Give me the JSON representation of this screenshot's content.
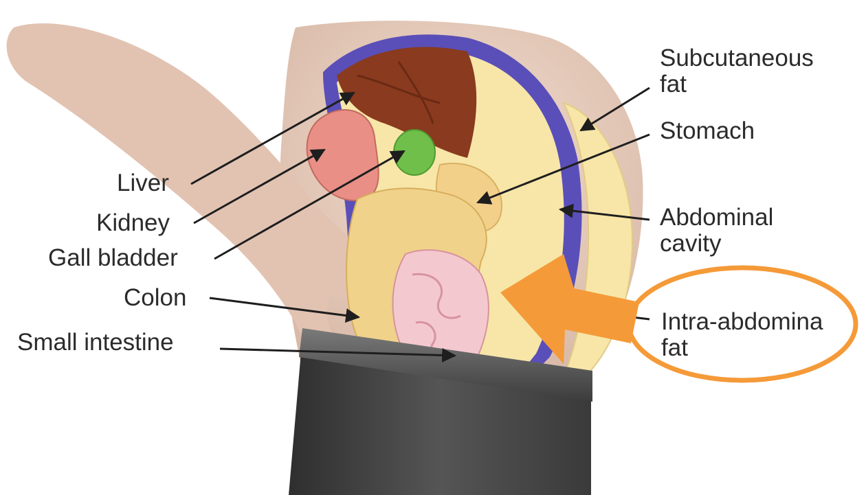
{
  "labels": {
    "liver": "Liver",
    "kidney": "Kidney",
    "gall_bladder": "Gall bladder",
    "colon": "Colon",
    "small_intestine": "Small intestine",
    "subcutaneous_fat": [
      "Subcutaneous",
      "fat"
    ],
    "stomach": "Stomach",
    "abdominal_cavity": [
      "Abdominal",
      "cavity"
    ],
    "intra_abdominal_fat": [
      "Intra-abdomina",
      "fat"
    ]
  },
  "colors": {
    "highlight": "#f59a38",
    "cavity_lining": "#5a4fb8",
    "fat": "#f7e6a8",
    "liver": "#8a3a1e",
    "kidney": "#e98f86",
    "gall_bladder": "#6fbf4a",
    "intestine": "#f4c8cf",
    "skin": "#ead3c4",
    "trousers": "#4a4a4a"
  }
}
